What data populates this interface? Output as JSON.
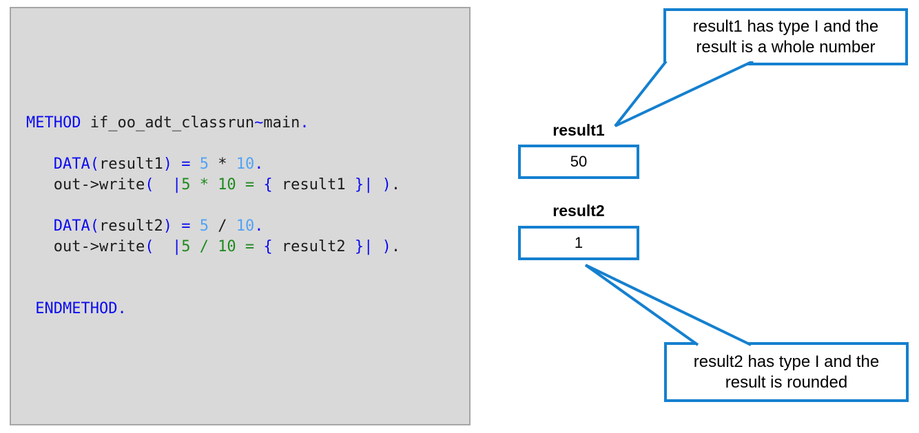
{
  "colors": {
    "accent_blue": "#1580cf",
    "panel_bg": "#d9d9d9",
    "panel_border": "#a6a6a6",
    "keyword_blue": "#0b0bf0",
    "number_blue": "#52a3f5",
    "string_green": "#1e8a1e",
    "code_black": "#1c1c1c"
  },
  "code": {
    "language": "ABAP",
    "lines": [
      {
        "tokens": [
          {
            "t": "METHOD",
            "c": "kw"
          },
          {
            "t": " if_oo_adt_classrun",
            "c": "id"
          },
          {
            "t": "~",
            "c": "pn"
          },
          {
            "t": "main",
            "c": "id"
          },
          {
            "t": ".",
            "c": "pn"
          }
        ]
      },
      {
        "tokens": []
      },
      {
        "tokens": [
          {
            "t": "   ",
            "c": "id"
          },
          {
            "t": "DATA",
            "c": "kw"
          },
          {
            "t": "(",
            "c": "pn"
          },
          {
            "t": "result1",
            "c": "id"
          },
          {
            "t": ")",
            "c": "pn"
          },
          {
            "t": " ",
            "c": "id"
          },
          {
            "t": "=",
            "c": "pn"
          },
          {
            "t": " ",
            "c": "id"
          },
          {
            "t": "5",
            "c": "num"
          },
          {
            "t": " * ",
            "c": "id"
          },
          {
            "t": "10",
            "c": "num"
          },
          {
            "t": ".",
            "c": "pn"
          }
        ]
      },
      {
        "tokens": [
          {
            "t": "   ",
            "c": "id"
          },
          {
            "t": "out->write",
            "c": "id"
          },
          {
            "t": "(",
            "c": "pn"
          },
          {
            "t": "  ",
            "c": "id"
          },
          {
            "t": "|",
            "c": "pn"
          },
          {
            "t": "5 * 10 = ",
            "c": "str"
          },
          {
            "t": "{",
            "c": "pn"
          },
          {
            "t": " result1 ",
            "c": "id"
          },
          {
            "t": "}",
            "c": "pn"
          },
          {
            "t": "|",
            "c": "pn"
          },
          {
            "t": " ",
            "c": "id"
          },
          {
            "t": ")",
            "c": "pn"
          },
          {
            "t": ".",
            "c": "id"
          }
        ]
      },
      {
        "tokens": []
      },
      {
        "tokens": [
          {
            "t": "   ",
            "c": "id"
          },
          {
            "t": "DATA",
            "c": "kw"
          },
          {
            "t": "(",
            "c": "pn"
          },
          {
            "t": "result2",
            "c": "id"
          },
          {
            "t": ")",
            "c": "pn"
          },
          {
            "t": " ",
            "c": "id"
          },
          {
            "t": "=",
            "c": "pn"
          },
          {
            "t": " ",
            "c": "id"
          },
          {
            "t": "5",
            "c": "num"
          },
          {
            "t": " / ",
            "c": "id"
          },
          {
            "t": "10",
            "c": "num"
          },
          {
            "t": ".",
            "c": "pn"
          }
        ]
      },
      {
        "tokens": [
          {
            "t": "   ",
            "c": "id"
          },
          {
            "t": "out->write",
            "c": "id"
          },
          {
            "t": "(",
            "c": "pn"
          },
          {
            "t": "  ",
            "c": "id"
          },
          {
            "t": "|",
            "c": "pn"
          },
          {
            "t": "5 / 10 = ",
            "c": "str"
          },
          {
            "t": "{",
            "c": "pn"
          },
          {
            "t": " result2 ",
            "c": "id"
          },
          {
            "t": "}",
            "c": "pn"
          },
          {
            "t": "|",
            "c": "pn"
          },
          {
            "t": " ",
            "c": "id"
          },
          {
            "t": ")",
            "c": "pn"
          },
          {
            "t": ".",
            "c": "id"
          }
        ]
      },
      {
        "tokens": []
      },
      {
        "tokens": []
      },
      {
        "tokens": [
          {
            "t": " ",
            "c": "id"
          },
          {
            "t": "ENDMETHOD",
            "c": "kw"
          },
          {
            "t": ".",
            "c": "pn"
          }
        ]
      }
    ]
  },
  "variables": [
    {
      "label": "result1",
      "value": "50"
    },
    {
      "label": "result2",
      "value": "1"
    }
  ],
  "callouts": {
    "top": {
      "text": "result1 has type I and the\nresult is a whole number"
    },
    "bottom": {
      "text": "result2 has type I and the\nresult is rounded"
    }
  }
}
